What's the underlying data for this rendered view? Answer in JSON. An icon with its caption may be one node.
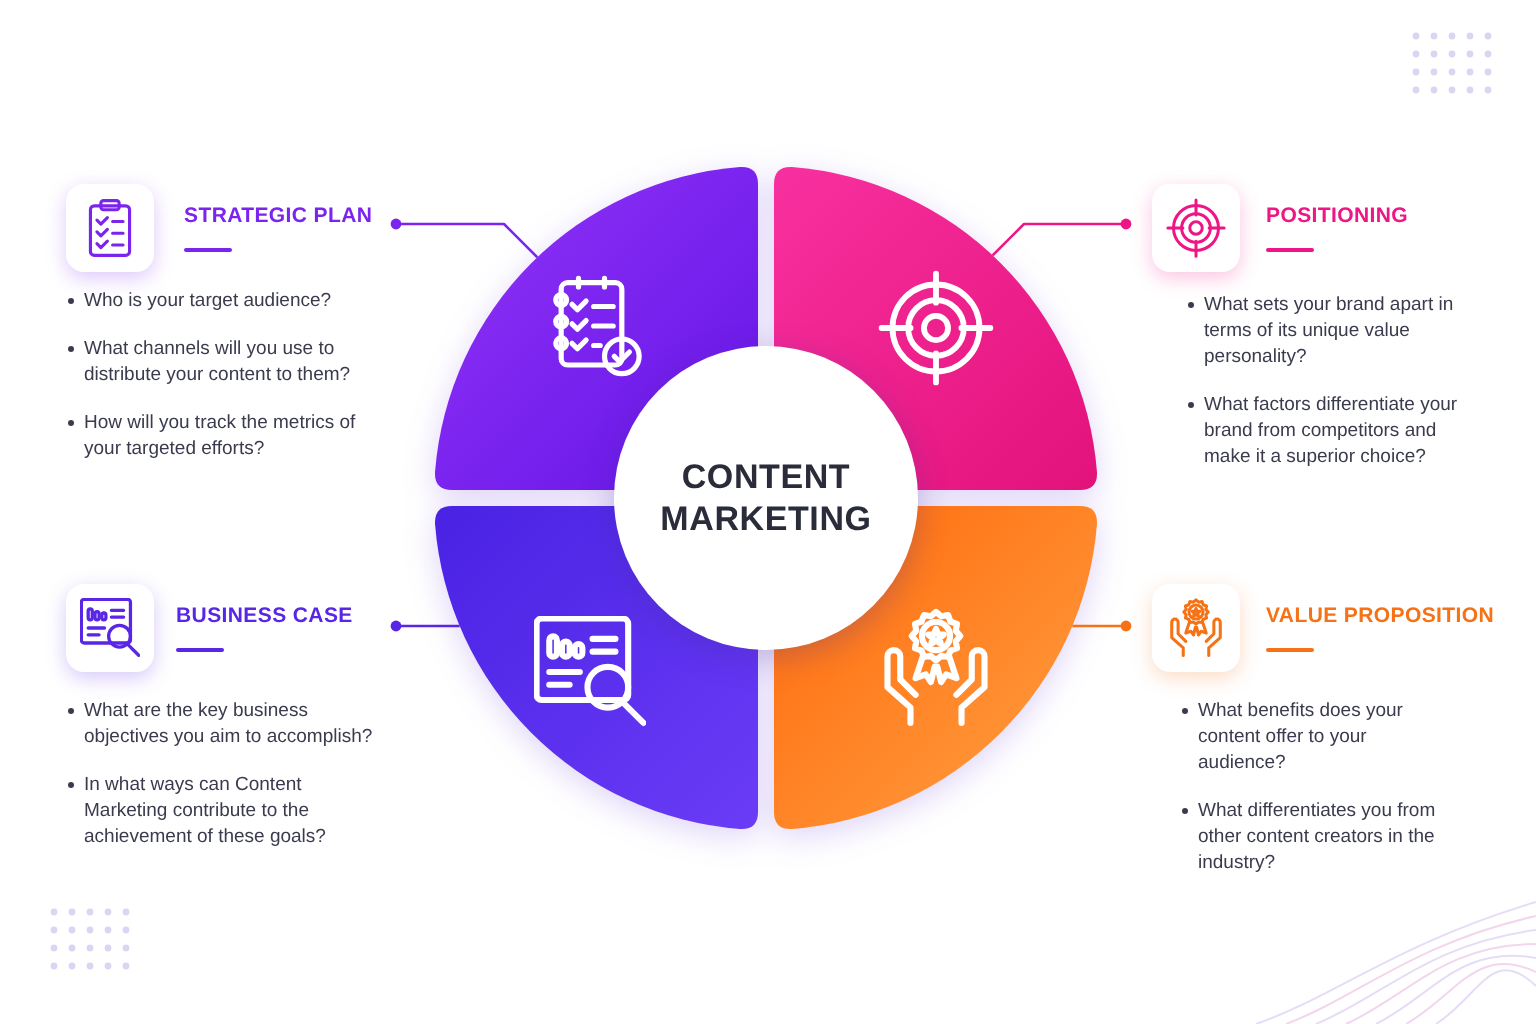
{
  "diagram": {
    "nodes": [
      {
        "text": [
          "STRATEGIC PLAN",
          "Who is your target audience?",
          "What channels will you use to distribute your content to them?",
          "How will you track the metrics of your targeted efforts?"
        ]
      },
      {
        "text": [
          "POSITIONING",
          "What sets your brand apart in terms of its unique value personality?",
          "What factors differentiate your brand from competitors and make it a superior choice?"
        ]
      },
      {
        "text": [],
        "shape": "sector"
      },
      {
        "text": [],
        "shape": "sector"
      },
      {
        "text": [
          "CONTENT MARKETING"
        ]
      },
      {
        "text": [],
        "shape": "sector"
      },
      {
        "text": [],
        "shape": "sector"
      },
      {
        "text": [
          "BUSINESS CASE",
          "What are the key business objectives you aim to accomplish?",
          "In what ways can Content Marketing contribute to the achievement of these goals?"
        ]
      },
      {
        "text": [
          "VALUE PROPOSITION",
          "What benefits does your content offer to your audience?",
          "What differentiates you from other content creators in the industry?"
        ]
      }
    ],
    "edges": [
      {
        "from": 0,
        "to": 2,
        "arrow": "other",
        "color": "#7b24ee"
      },
      {
        "from": 1,
        "to": 3,
        "arrow": "other",
        "color": "#ee1586"
      },
      {
        "from": 7,
        "to": 5,
        "arrow": "other",
        "color": "#5a26e6"
      },
      {
        "from": 8,
        "to": 6,
        "arrow": "other",
        "color": "#f57316"
      }
    ]
  }
}
